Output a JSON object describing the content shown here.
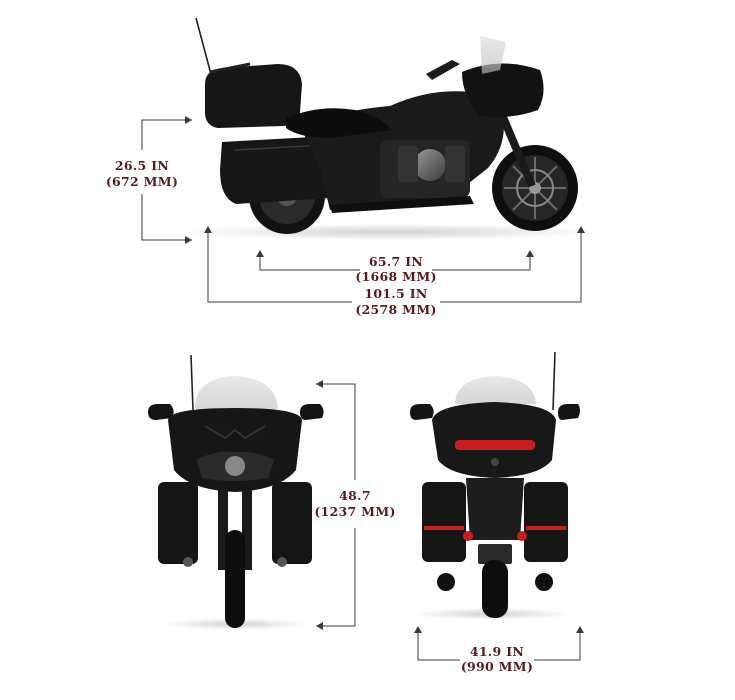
{
  "diagram": {
    "subject": "touring motorcycle dimensions",
    "views": {
      "side": {
        "description": "side view of motorcycle"
      },
      "front": {
        "description": "front view of motorcycle"
      },
      "rear": {
        "description": "rear view of motorcycle"
      }
    },
    "dimensions": {
      "seat_height": {
        "in": "26.5 IN",
        "mm": "(672 MM)"
      },
      "wheelbase": {
        "in": "65.7 IN",
        "mm": "(1668 MM)"
      },
      "overall_length": {
        "in": "101.5 IN",
        "mm": "(2578 MM)"
      },
      "overall_height": {
        "in": "48.7",
        "mm": "(1237 MM)"
      },
      "overall_width": {
        "in": "41.9 IN",
        "mm": "(990 MM)"
      }
    },
    "colors": {
      "body": "#141414",
      "accent_red": "#c81e1e",
      "label": "#5a1a1a",
      "line": "#3a3a3a"
    }
  }
}
